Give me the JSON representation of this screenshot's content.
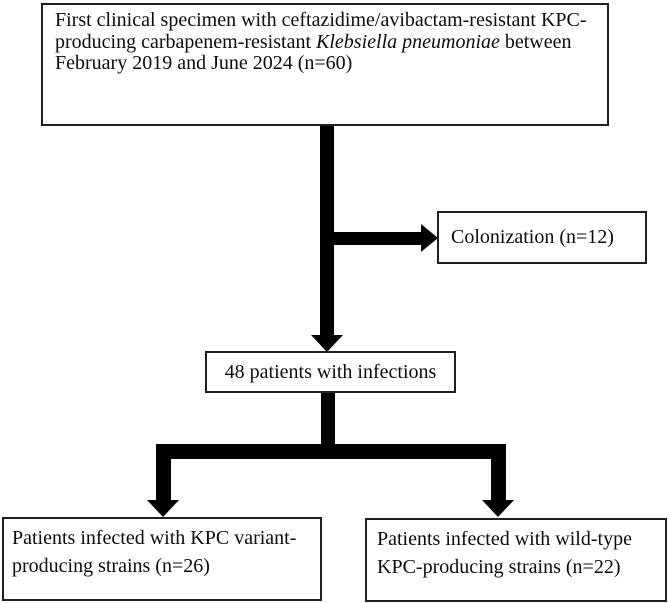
{
  "colors": {
    "line": "#000000",
    "box_border": "#1f1f1f",
    "background": "#ffffff",
    "text": "#0b0b0b"
  },
  "boxes": {
    "top": {
      "line1": "First clinical specimen with ceftazidime/avibactam-resistant KPC-",
      "line2_before_italic": "producing carbapenem-resistant ",
      "line2_italic": "Klebsiella pneumoniae",
      "line2_after_italic": " between",
      "line3": "February 2019 and June 2024 (n=60)",
      "full_text": "First clinical specimen with ceftazidime/avibactam-resistant KPC-producing carbapenem-resistant Klebsiella pneumoniae between February 2019 and June 2024 (n=60)",
      "n": 60
    },
    "colonization": {
      "label": "Colonization (n=12)",
      "n": 12
    },
    "infections": {
      "label": "48 patients with infections",
      "n": 48
    },
    "variant": {
      "line1": "Patients infected with KPC variant-",
      "line2": "producing strains (n=26)",
      "full_text": "Patients infected with KPC variant-producing strains (n=26)",
      "n": 26
    },
    "wildtype": {
      "line1": "Patients infected with wild-type",
      "line2": "KPC-producing strains (n=22)",
      "full_text": "Patients infected with wild-type KPC-producing strains (n=22)",
      "n": 22
    }
  },
  "edges": [
    {
      "from": "top",
      "to": "colonization"
    },
    {
      "from": "top",
      "to": "infections"
    },
    {
      "from": "infections",
      "to": "variant"
    },
    {
      "from": "infections",
      "to": "wildtype"
    }
  ]
}
